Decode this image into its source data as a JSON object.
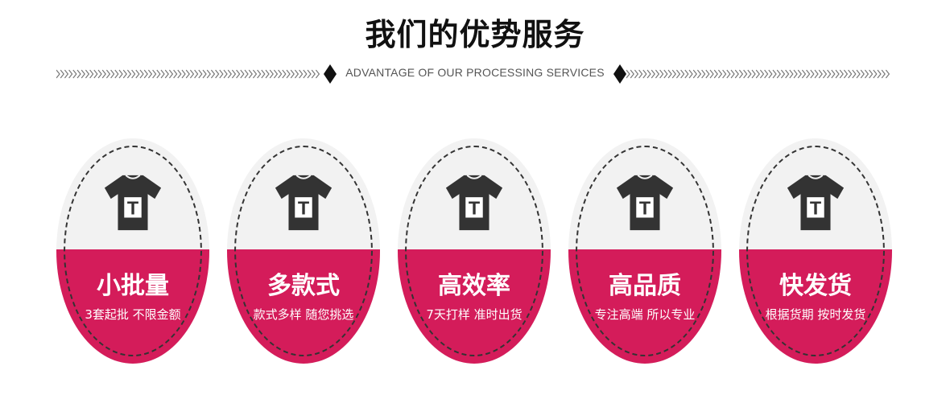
{
  "heading": {
    "title": "我们的优势服务",
    "subtitle": "ADVANTAGE OF OUR PROCESSING SERVICES"
  },
  "colors": {
    "accent": "#d41c5a",
    "badge_top": "#f2f2f2",
    "icon": "#333333"
  },
  "services": [
    {
      "label": "小批量",
      "desc": "3套起批 不限金额",
      "icon": "t-shirt-icon"
    },
    {
      "label": "多款式",
      "desc": "款式多样 随您挑选",
      "icon": "t-shirt-icon"
    },
    {
      "label": "高效率",
      "desc": "7天打样 准时出货",
      "icon": "t-shirt-icon"
    },
    {
      "label": "高品质",
      "desc": "专注高端 所以专业",
      "icon": "t-shirt-icon"
    },
    {
      "label": "快发货",
      "desc": "根据货期 按时发货",
      "icon": "t-shirt-icon"
    }
  ]
}
